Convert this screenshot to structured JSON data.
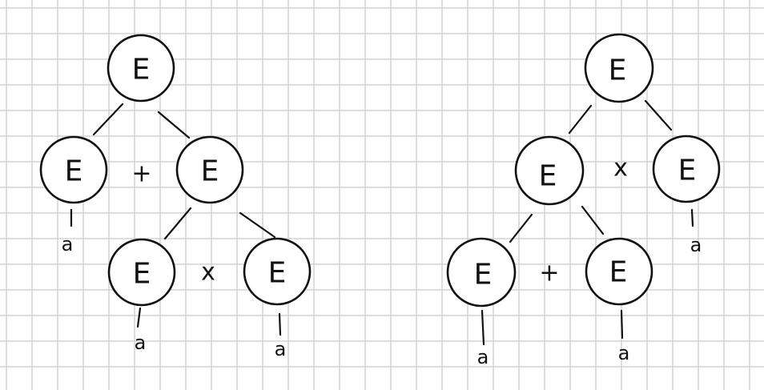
{
  "trees": [
    {
      "nodes": [
        {
          "label": "E"
        },
        {
          "label": "E"
        },
        {
          "label": "E"
        },
        {
          "label": "E"
        },
        {
          "label": "E"
        }
      ],
      "operators": [
        {
          "label": "+"
        },
        {
          "label": "x"
        }
      ],
      "leaves": [
        {
          "label": "a"
        },
        {
          "label": "a"
        },
        {
          "label": "a"
        }
      ]
    },
    {
      "nodes": [
        {
          "label": "E"
        },
        {
          "label": "E"
        },
        {
          "label": "E"
        },
        {
          "label": "E"
        },
        {
          "label": "E"
        }
      ],
      "operators": [
        {
          "label": "x"
        },
        {
          "label": "+"
        }
      ],
      "leaves": [
        {
          "label": "a"
        },
        {
          "label": "a"
        },
        {
          "label": "a"
        }
      ]
    }
  ],
  "colors": {
    "ink": "#111111",
    "grid": "#c9c9c9",
    "paper": "#ffffff"
  }
}
